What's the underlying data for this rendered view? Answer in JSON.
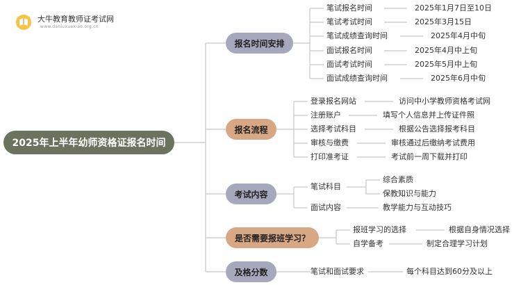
{
  "brand": {
    "title": "大牛教育教师证考试网",
    "url": "www.daniuxuexiao.org.cn"
  },
  "root": "2025年上半年幼师资格证报名时间",
  "colors": {
    "root_bg": "#6b735e",
    "time_bg": "#a6a9bd",
    "process_bg": "#d8a784",
    "content_bg": "#a6a9bd",
    "study_bg": "#d8a784",
    "score_bg": "#a6a9bd",
    "connector": "#c7c7c7"
  },
  "categories": [
    {
      "label": "报名时间安排",
      "items": [
        {
          "label": "笔试报名时间",
          "value": "2025年1月7日至10日"
        },
        {
          "label": "笔试考试时间",
          "value": "2025年3月15日"
        },
        {
          "label": "笔试成绩查询时间",
          "value": "2025年4月中旬"
        },
        {
          "label": "面试报名时间",
          "value": "2025年4月中上旬"
        },
        {
          "label": "面试考试时间",
          "value": "2025年5月中上旬"
        },
        {
          "label": "面试成绩查询时间",
          "value": "2025年6月中旬"
        }
      ]
    },
    {
      "label": "报名流程",
      "items": [
        {
          "label": "登录报名网站",
          "value": "访问中小学教师资格考试网"
        },
        {
          "label": "注册账户",
          "value": "填写个人信息并上传证件照"
        },
        {
          "label": "选择考试科目",
          "value": "根据公告选择报考科目"
        },
        {
          "label": "审核与缴费",
          "value": "审核通过后缴纳考试费用"
        },
        {
          "label": "打印准考证",
          "value": "考试前一周下载并打印"
        }
      ]
    },
    {
      "label": "考试内容",
      "items": [
        {
          "label": "笔试科目",
          "values": [
            "综合素质",
            "保教知识与能力"
          ]
        },
        {
          "label": "面试内容",
          "value": "教学能力与互动技巧"
        }
      ]
    },
    {
      "label": "是否需要报班学习？",
      "items": [
        {
          "label": "报班学习的选择",
          "value": "根据自身情况选择"
        },
        {
          "label": "自学备考",
          "value": "制定合理学习计划"
        }
      ]
    },
    {
      "label": "及格分数",
      "items": [
        {
          "label": "笔试和面试要求",
          "value": "每个科目达到60分及以上"
        }
      ]
    }
  ]
}
